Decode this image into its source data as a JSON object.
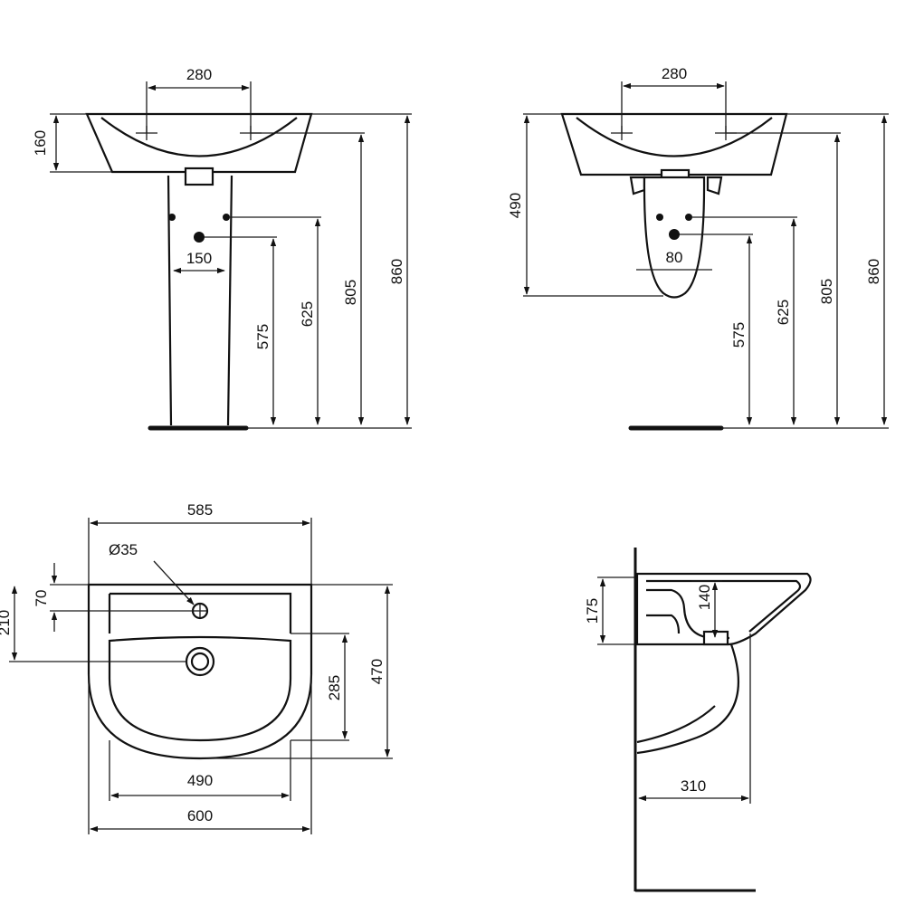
{
  "front_pedestal": {
    "tap_spacing": "280",
    "bowl_height": "160",
    "waste_spacing": "150",
    "waste_height": "575",
    "supply_height": "625",
    "tap_height": "805",
    "rim_height": "860"
  },
  "front_semi_pedestal": {
    "tap_spacing": "280",
    "pedestal_height": "490",
    "waste_spacing": "80",
    "waste_height": "575",
    "supply_height": "625",
    "tap_height": "805",
    "rim_height": "860"
  },
  "top_view": {
    "outer_top_width": "585",
    "tap_hole_diameter": "Ø35",
    "tap_offset": "70",
    "waste_offset": "210",
    "basin_depth": "285",
    "total_depth": "470",
    "bowl_width": "490",
    "total_width": "600"
  },
  "side_view": {
    "rim_depth": "175",
    "bowl_depth": "140",
    "projection": "310"
  }
}
